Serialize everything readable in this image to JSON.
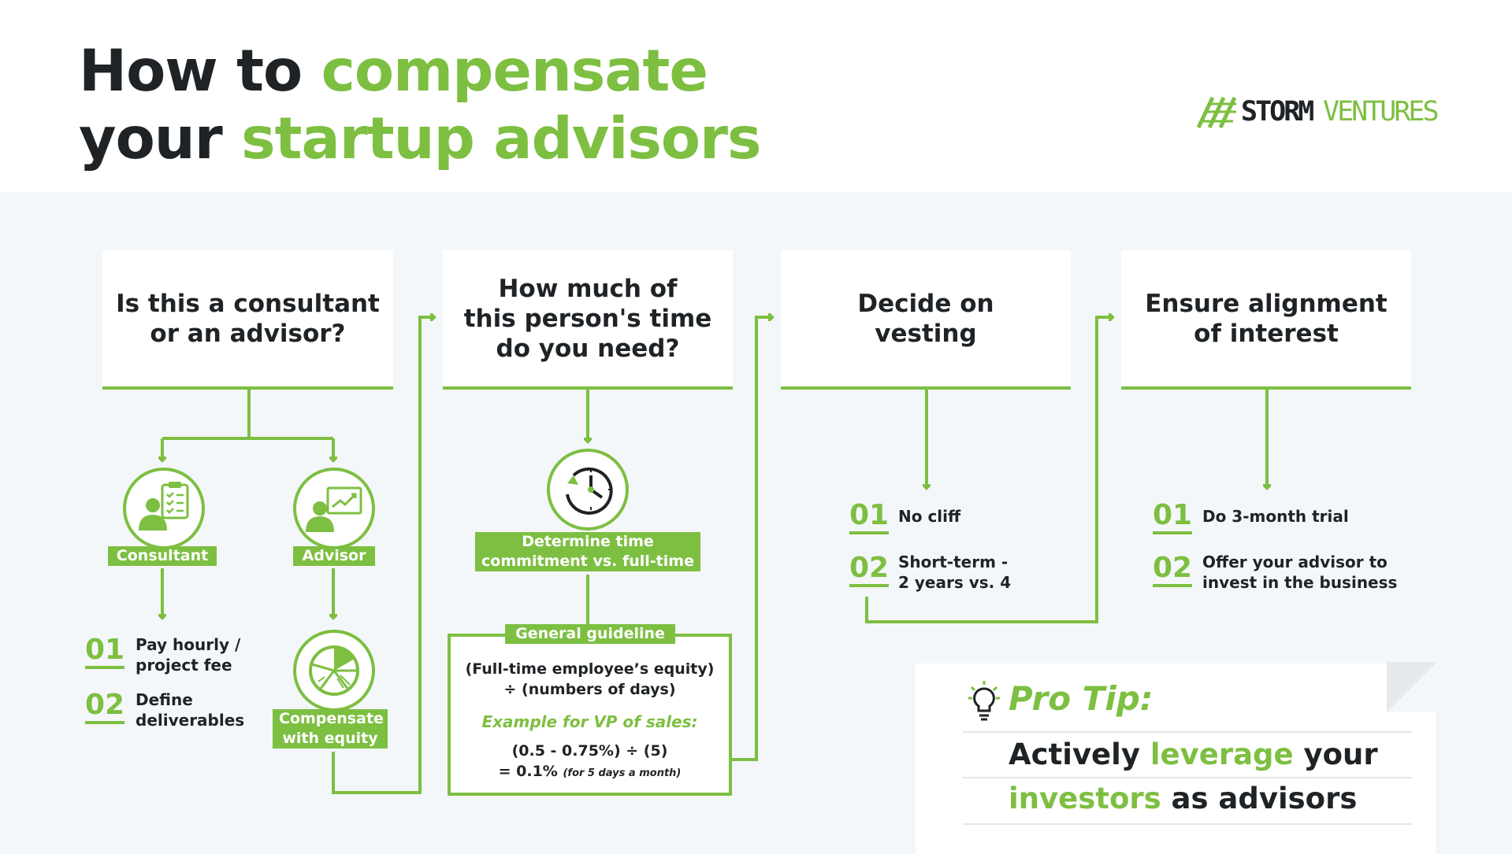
{
  "title": {
    "line1_dark": "How to ",
    "line1_green": "compensate",
    "line2_dark": "your ",
    "line2_green": "startup advisors"
  },
  "logo": {
    "storm": "STORM",
    "ventures": "VENTURES",
    "icon": "storm-logo-icon"
  },
  "steps": [
    {
      "label": "Is this a consultant\nor an advisor?"
    },
    {
      "label": "How much of\nthis person's time\ndo you need?"
    },
    {
      "label": "Decide on\nvesting"
    },
    {
      "label": "Ensure alignment\nof interest"
    }
  ],
  "consultant": {
    "label": "Consultant",
    "icon": "clipboard-person-icon",
    "items": [
      {
        "num": "01",
        "text": "Pay hourly /\nproject fee"
      },
      {
        "num": "02",
        "text": "Define\ndeliverables"
      }
    ]
  },
  "advisor": {
    "label": "Advisor",
    "icon": "presentation-person-icon",
    "equity_label": "Compensate\nwith equity",
    "equity_icon": "pie-chart-icon"
  },
  "time": {
    "icon": "clock-icon",
    "label": "Determine time\ncommitment vs. full-time"
  },
  "guideline": {
    "header": "General guideline",
    "formula": "(Full-time employee’s equity)\n÷ (numbers of days)",
    "example": "Example for VP of sales:",
    "calc1": "(0.5 - 0.75%) ÷ (5)",
    "calc2_main": "= 0.1%",
    "calc2_note": "(for 5 days a month)"
  },
  "vesting": {
    "items": [
      {
        "num": "01",
        "text": "No cliff"
      },
      {
        "num": "02",
        "text": "Short-term -\n2 years vs. 4"
      }
    ]
  },
  "alignment": {
    "items": [
      {
        "num": "01",
        "text": "Do 3-month trial"
      },
      {
        "num": "02",
        "text": "Offer your advisor to\ninvest in the business"
      }
    ]
  },
  "tip": {
    "title": "Pro Tip:",
    "icon": "lightbulb-icon",
    "line1_a": "Actively ",
    "line1_b": "leverage",
    "line1_c": " your",
    "line2_a": "investors",
    "line2_b": " as advisors"
  },
  "colors": {
    "accent": "#7dbf41",
    "dark": "#1f2326",
    "panel": "#f4f7fa"
  }
}
